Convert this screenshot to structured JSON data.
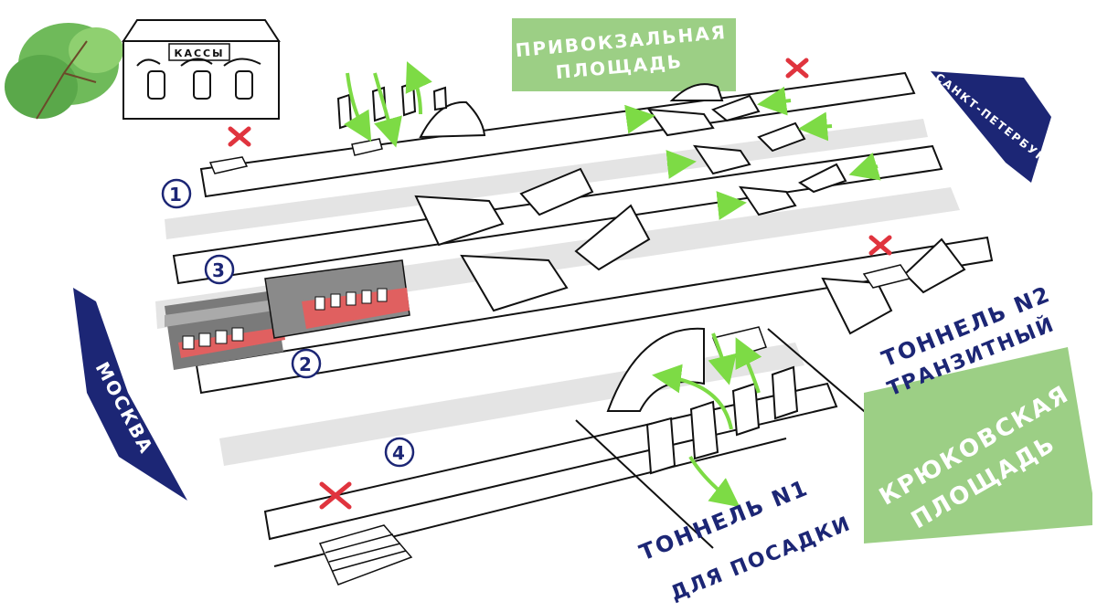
{
  "labels": {
    "kassy": "КАССЫ",
    "privokzalnaya_1": "ПРИВОКЗАЛЬНАЯ",
    "privokzalnaya_2": "ПЛОЩАДЬ",
    "krukovskaya_1": "КРЮКОВСКАЯ",
    "krukovskaya_2": "ПЛОЩАДЬ",
    "spb": "САНКТ-ПЕТЕРБУРГ",
    "moskva": "МОСКВА",
    "tunnel2_1": "ТОННЕЛЬ N2",
    "tunnel2_2": "ТРАНЗИТНЫЙ",
    "tunnel1_1": "ТОННЕЛЬ N1",
    "tunnel1_2": "ДЛЯ ПОСАДКИ"
  },
  "platforms": [
    "1",
    "2",
    "3",
    "4"
  ],
  "colors": {
    "navy": "#1c2675",
    "green_box": "#9ccf85",
    "green_arrow": "#7ddb45",
    "red_x": "#e0343e",
    "train_red": "#e06060",
    "train_gray": "#7a7a7a",
    "platform_gray": "#e4e4e4",
    "tree_green": "#6fba5a"
  }
}
